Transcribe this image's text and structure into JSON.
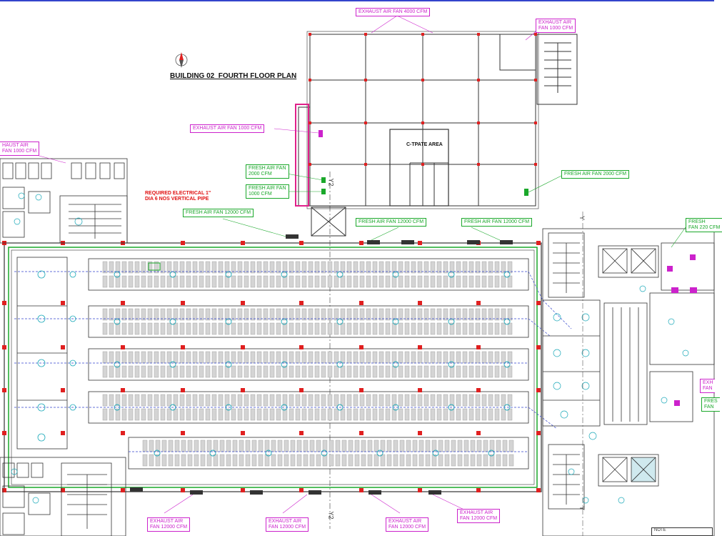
{
  "title": "BUILDING 02_FOURTH FLOOR PLAN",
  "area_label": "C-TPATE AREA",
  "note_label": "NOTE",
  "axis_labels": {
    "upper": "Y2",
    "lower": "Y2",
    "right_upper": "Y",
    "right_lower": "Y"
  },
  "exhaust_labels": [
    {
      "id": "ex-top",
      "text": "EXHAUST AIR FAN 4000 CFM"
    },
    {
      "id": "ex-topright",
      "text": "EXHAUST AIR\nFAN 1000 CFM"
    },
    {
      "id": "ex-mid",
      "text": "EXHAUST AIR FAN 1000 CFM"
    },
    {
      "id": "ex-left",
      "text": "HAUST AIR\nFAN 1000 CFM"
    },
    {
      "id": "ex-right",
      "text": "EXH\nFAN"
    },
    {
      "id": "ex-bot1",
      "text": "EXHAUST AIR\nFAN 12000 CFM"
    },
    {
      "id": "ex-bot2",
      "text": "EXHAUST AIR\nFAN 12000 CFM"
    },
    {
      "id": "ex-bot3",
      "text": "EXHAUST AIR\nFAN 12000 CFM"
    },
    {
      "id": "ex-bot4",
      "text": "EXHAUST AIR\nFAN 12000 CFM"
    }
  ],
  "fresh_labels": [
    {
      "id": "fr-1",
      "text": "FRESH AIR FAN\n2000 CFM"
    },
    {
      "id": "fr-2",
      "text": "FRESH AIR FAN\n1000 CFM"
    },
    {
      "id": "fr-3",
      "text": "FRESH AIR FAN 2000 CFM"
    },
    {
      "id": "fr-4",
      "text": "FRESH AIR FAN 12000 CFM"
    },
    {
      "id": "fr-5",
      "text": "FRESH AIR FAN 12000 CFM"
    },
    {
      "id": "fr-6",
      "text": "FRESH AIR FAN 12000 CFM"
    },
    {
      "id": "fr-7",
      "text": "FRESH\nFAN 220 CFM"
    },
    {
      "id": "fr-8",
      "text": "FRES\nFAN"
    }
  ],
  "electrical_note": "REQUIRED ELECTRICAL 1\"\nDIA 6 NOS VERTICAL PIPE",
  "colors": {
    "structure": "#222222",
    "column": "#e02020",
    "fresh": "#1aa82a",
    "exhaust": "#cc22cc",
    "fixture": "#19a8b8",
    "duct": "#3344cc",
    "rack": "#9a9a9a"
  }
}
